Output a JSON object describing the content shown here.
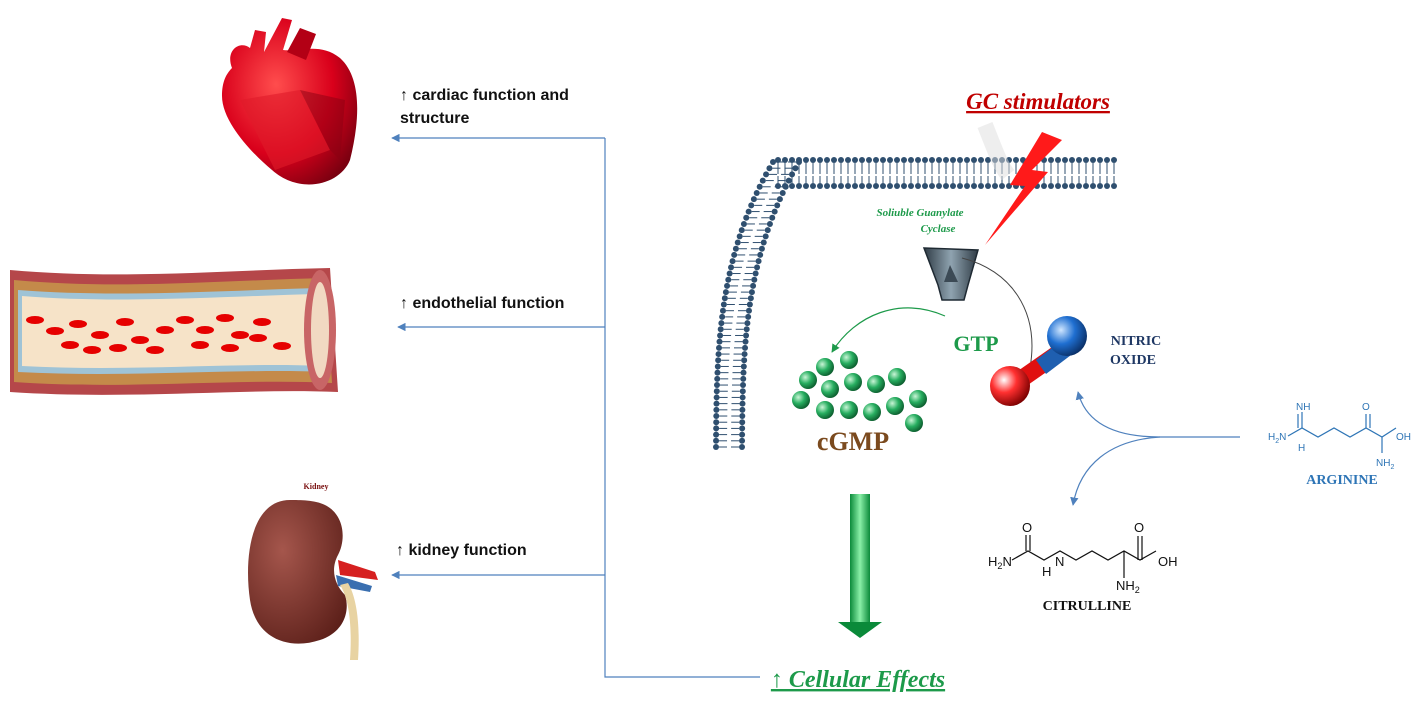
{
  "effects": {
    "cardiac": "↑ cardiac function and structure",
    "endothelial": "↑ endothelial function",
    "kidney": "↑ kidney function",
    "cellular": "↑ Cellular Effects"
  },
  "gc_stimulators": "GC stimulators",
  "sgc": {
    "line1": "Soliuble Guanylate",
    "line2": "Cyclase"
  },
  "gtp": "GTP",
  "cgmp": "cGMP",
  "nitric_oxide": {
    "line1": "NITRIC",
    "line2": "OXIDE"
  },
  "arginine": {
    "name": "ARGININE",
    "atoms": {
      "nh": "NH",
      "h2n": "H2N",
      "n_h": "H",
      "o": "O",
      "oh": "OH",
      "nh2": "NH2"
    }
  },
  "citrulline": {
    "name": "CITRULLINE",
    "atoms": {
      "o1": "O",
      "h2n": "H2N",
      "n_h": "H",
      "n": "N",
      "o2": "O",
      "oh": "OH",
      "nh2": "NH2"
    }
  },
  "kidney_caption": "Kidney",
  "colors": {
    "connector": "#4f81bd",
    "heart": "#d9001b",
    "green": "#1d9a4a",
    "brown": "#7b4a1e",
    "red_title": "#c00000",
    "navy": "#1f3864",
    "steel_blue": "#2e75b6",
    "membrane": "#2f4f6f"
  },
  "icons": [
    "heart-icon",
    "blood-vessel-icon",
    "kidney-icon",
    "lipid-bilayer-icon",
    "guanylate-cyclase-icon",
    "lightning-bolt-icon",
    "nitric-oxide-molecule-icon",
    "cgmp-sphere-icon",
    "down-arrow-icon"
  ]
}
